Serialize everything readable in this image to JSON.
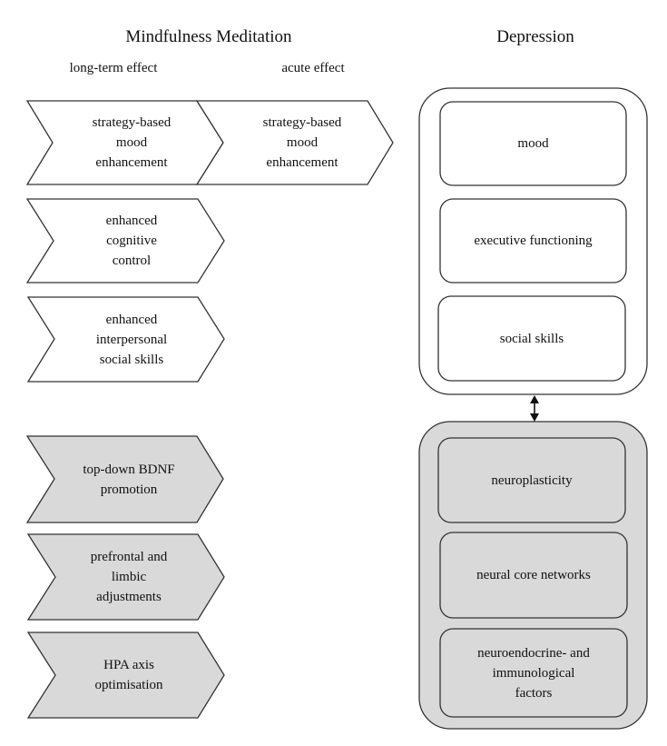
{
  "left_section": {
    "title": "Mindfulness Meditation",
    "long_term_label": "long-term  effect",
    "acute_label": "acute  effect",
    "psychological_effects": [
      {
        "text": "strategy-based\nmood\nenhancement"
      },
      {
        "text": "enhanced\ncognitive\ncontrol"
      },
      {
        "text": "enhanced\ninterpersonal\nsocial  skills"
      }
    ],
    "acute_effects": [
      {
        "text": "strategy-based\nmood\nenhancement"
      }
    ],
    "biological_effects": [
      {
        "text": "top-down BDNF\npromotion"
      },
      {
        "text": "prefrontal  and\nlimbic\nadjustments"
      },
      {
        "text": "HPA axis\noptimisation"
      }
    ]
  },
  "right_section": {
    "title": "Depression",
    "psychological_domains": [
      {
        "text": "mood"
      },
      {
        "text": "executive  functioning"
      },
      {
        "text": "social  skills"
      }
    ],
    "biological_domains": [
      {
        "text": "neuroplasticity"
      },
      {
        "text": "neural  core networks"
      },
      {
        "text": "neuroendocrine-  and\nimmunological\nfactors"
      }
    ]
  },
  "connector": {
    "icon": "bidirectional-arrow-icon"
  },
  "colors": {
    "stroke": "#333333",
    "white_fill": "#ffffff",
    "gray_fill": "#d9d9d9"
  }
}
